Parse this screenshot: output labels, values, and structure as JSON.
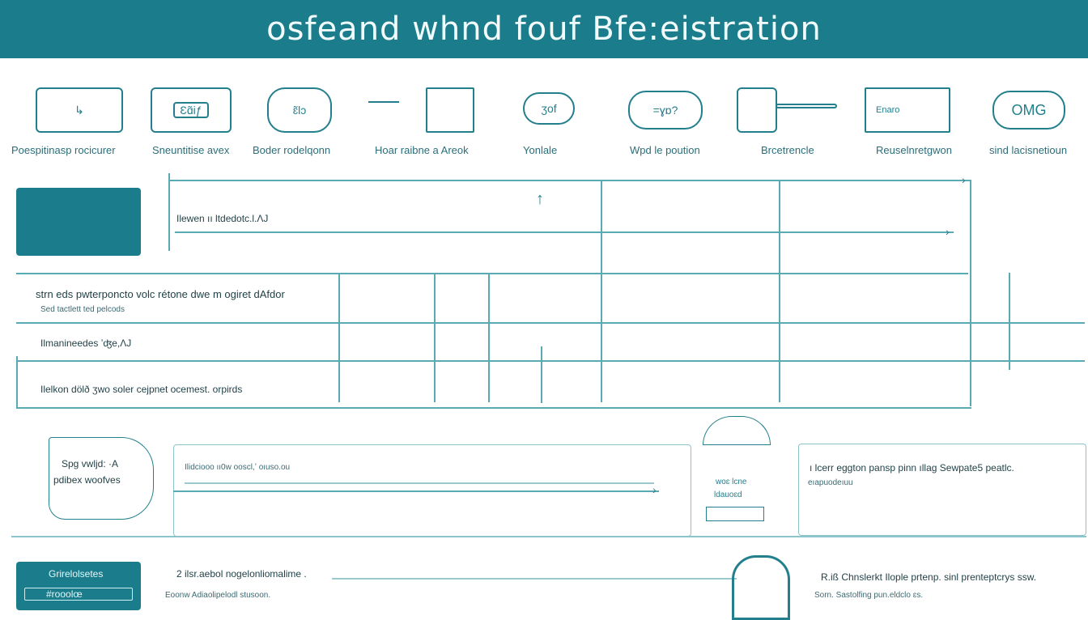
{
  "header": {
    "title": "osfeand whnd fouf Bfe:eistration"
  },
  "steps": [
    {
      "icon": "door-arrow-icon",
      "label": "Poespitinasp rocicurer"
    },
    {
      "icon": "id-card-icon",
      "label": "Sneuntitise avex",
      "glyph": "Ɛɑ̃iƒ"
    },
    {
      "icon": "cloud-icon",
      "label": "Boder rodelqonn",
      "glyph": "ɛ̃lɔ"
    },
    {
      "icon": "clipboard-icon",
      "label": "Hoar raibne a Areok"
    },
    {
      "icon": "tag-icon",
      "label": "Yonlale",
      "glyph": "ʒof"
    },
    {
      "icon": "cloud-bubble-icon",
      "label": "Wpd le poution",
      "glyph": "=ɣɒ?"
    },
    {
      "icon": "hand-tool-icon",
      "label": "Brcetrencle"
    },
    {
      "icon": "document-icon",
      "label": "Reuselnretgwon",
      "glyph": "Enaro"
    },
    {
      "icon": "badge-icon",
      "label": "sind lacisnetioun",
      "glyph": "OMG"
    }
  ],
  "rows": {
    "r1": "Ilewen  ıı ltdedotc.l.ɅJ",
    "r2": "strn eds pwterponcto volc rétone dwe m ogiret dAfdor",
    "r2_sub": "Sed tactlett ted pelcods",
    "r3": "Ilmanineedes ʼʤe,ɅJ",
    "r4": "Ilelkon dölð ʒwo soler cejpnet ocemest. orpirds"
  },
  "lower": {
    "bubble_line1": "Spg vwljd: ·A",
    "bubble_line2": "pdibex woofves",
    "box_text": "Ilidciooo ıı0w ooscl,ʼ oıuso.ou",
    "dome_line1": "woɛ lcne",
    "dome_line2": "ldauoɛd",
    "right_text": "ı lcerr eggton pansp pinn ıllag Sewpate5 peatlc.",
    "right_sub": "eıapuodeıuu"
  },
  "bottom": {
    "btn1": "Grirelolsetes",
    "btn2": "#rooolœ",
    "line1": "2 ilsr.aebol nogelonliomalime .",
    "line2": "Eoonw Adiaolipelodl stusoon.",
    "right1": "R.iß Chnslerkt Ilople prtenp. sinl prenteptcrys ssw.",
    "right2": "Sorn. Sastolfing pun.eldclo ɛs."
  }
}
